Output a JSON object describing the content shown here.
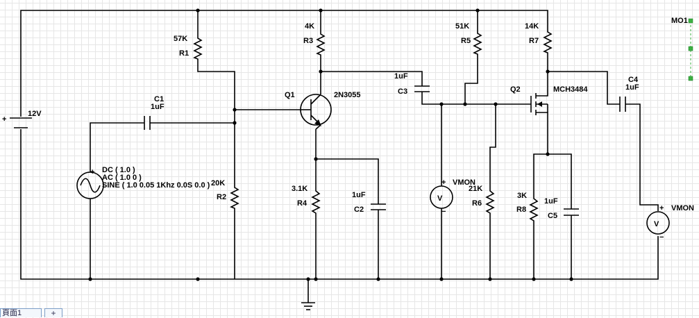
{
  "battery": {
    "voltage": "12V"
  },
  "source": {
    "dc": "DC ( 1.0 )",
    "ac": "AC ( 1.0 0 )",
    "sine": "SINE ( 1.0 0.05 1Khz 0.0S 0.0 )"
  },
  "c1": {
    "name": "C1",
    "value": "1uF"
  },
  "r1": {
    "name": "R1",
    "value": "57K"
  },
  "r2": {
    "name": "R2",
    "value": "20K"
  },
  "q1": {
    "name": "Q1",
    "model": "2N3055"
  },
  "r3": {
    "name": "R3",
    "value": "4K"
  },
  "r4": {
    "name": "R4",
    "value": "3.1K"
  },
  "c2": {
    "name": "C2",
    "value": "1uF"
  },
  "c3": {
    "name": "C3",
    "value": "1uF"
  },
  "vmon1": {
    "label": "VMON",
    "symbol": "V"
  },
  "r5": {
    "name": "R5",
    "value": "51K"
  },
  "r6": {
    "name": "R6",
    "value": "21K"
  },
  "q2": {
    "name": "Q2",
    "model": "MCH3484"
  },
  "r7": {
    "name": "R7",
    "value": "14K"
  },
  "r8": {
    "name": "R8",
    "value": "3K"
  },
  "c5": {
    "name": "C5",
    "value": "1uF"
  },
  "c4": {
    "name": "C4",
    "value": "1uF"
  },
  "vmon2": {
    "label": "VMON",
    "symbol": "V"
  },
  "mo1": {
    "label": "MO1"
  },
  "tabs": {
    "page1": "頁面1",
    "add": "+"
  }
}
